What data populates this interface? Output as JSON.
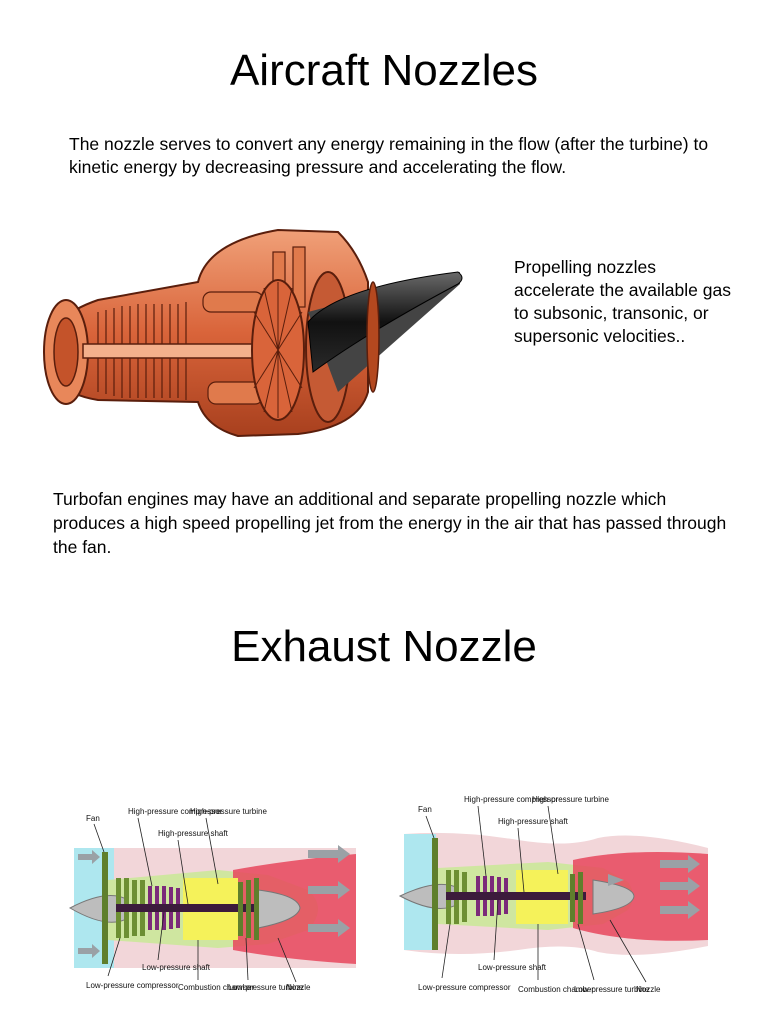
{
  "page": {
    "title": "Aircraft Nozzles",
    "intro": "The nozzle serves to convert any energy remaining in the flow (after the turbine) to kinetic energy by decreasing pressure and accelerating the flow.",
    "side_text": "Propelling nozzles accelerate the available gas to subsonic, transonic, or supersonic velocities..",
    "turbofan_text": "Turbofan engines may have an additional and separate propelling nozzle which produces a high speed propelling jet from the energy in the air that has passed through the fan.",
    "section_title": "Exhaust Nozzle"
  },
  "diagram_left": {
    "labels": {
      "fan": "Fan",
      "hp_compressor": "High-pressure compressor",
      "hp_turbine": "High-pressure turbine",
      "hp_shaft": "High-pressure shaft",
      "lp_compressor": "Low-pressure compressor",
      "lp_shaft": "Low-pressure shaft",
      "combustion": "Combustion chamber",
      "lp_turbine": "Low-pressure turbine",
      "nozzle": "Nozzle"
    }
  },
  "diagram_right": {
    "labels": {
      "fan": "Fan",
      "hp_compressor": "High-pressure compressor",
      "hp_turbine": "High-pressure turbine",
      "hp_shaft": "High-pressure shaft",
      "lp_compressor": "Low-pressure compressor",
      "lp_shaft": "Low-pressure shaft",
      "combustion": "Combustion chamber",
      "lp_turbine": "Low-pressure turbine",
      "nozzle": "Nozzle"
    }
  },
  "colors": {
    "engine_orange": "#d9643a",
    "engine_dark": "#5a1e0c",
    "bypass_pink": "#f2d6d9",
    "inlet_cyan": "#aee7ef",
    "exhaust_red": "#e8465c",
    "compressor_green": "#5f7f2c",
    "shaft_purple": "#7b2a7a",
    "combustion_yellow": "#f5f25a"
  }
}
